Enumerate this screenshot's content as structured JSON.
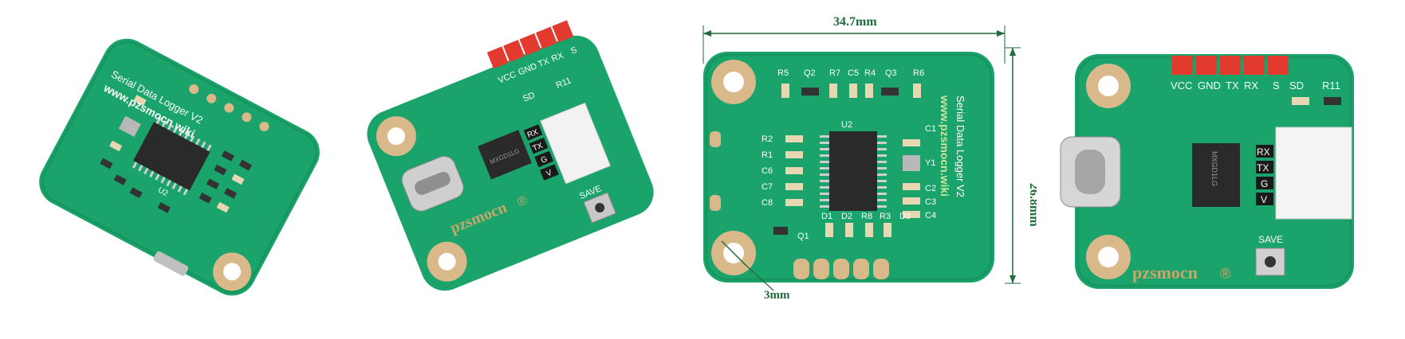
{
  "board": {
    "name": "Serial Data Logger V2",
    "url": "www.pzsmocn.wiki",
    "brand": "pzsmocn",
    "brand_mark": "®",
    "pins": [
      "VCC",
      "GND",
      "TX",
      "RX",
      "S"
    ],
    "side_pins": [
      "RX",
      "TX",
      "G",
      "V"
    ],
    "sd_label": "SD",
    "r11_label": "R11",
    "save_label": "SAVE",
    "chip_marking": "MXGD1LG",
    "main_ic_label": "U2"
  },
  "component_labels": [
    "R5",
    "Q2",
    "R7",
    "C5",
    "R4",
    "Q3",
    "R6",
    "C1",
    "R2",
    "R1",
    "Y1",
    "C6",
    "C7",
    "C8",
    "C2",
    "C3",
    "C4",
    "D1",
    "D2",
    "R8",
    "R3",
    "D3",
    "Q1"
  ],
  "dimensions": {
    "width": "34.7mm",
    "height": "26.8mm",
    "hole": "3mm"
  },
  "colors": {
    "pcb": "#1aa36b",
    "pcb_dark": "#138a59",
    "pad": "#d9b98a",
    "silk": "#ffffff",
    "brand": "#c8a86a",
    "header_red": "#e23a2e",
    "dimension_green": "#1f6b3a"
  }
}
